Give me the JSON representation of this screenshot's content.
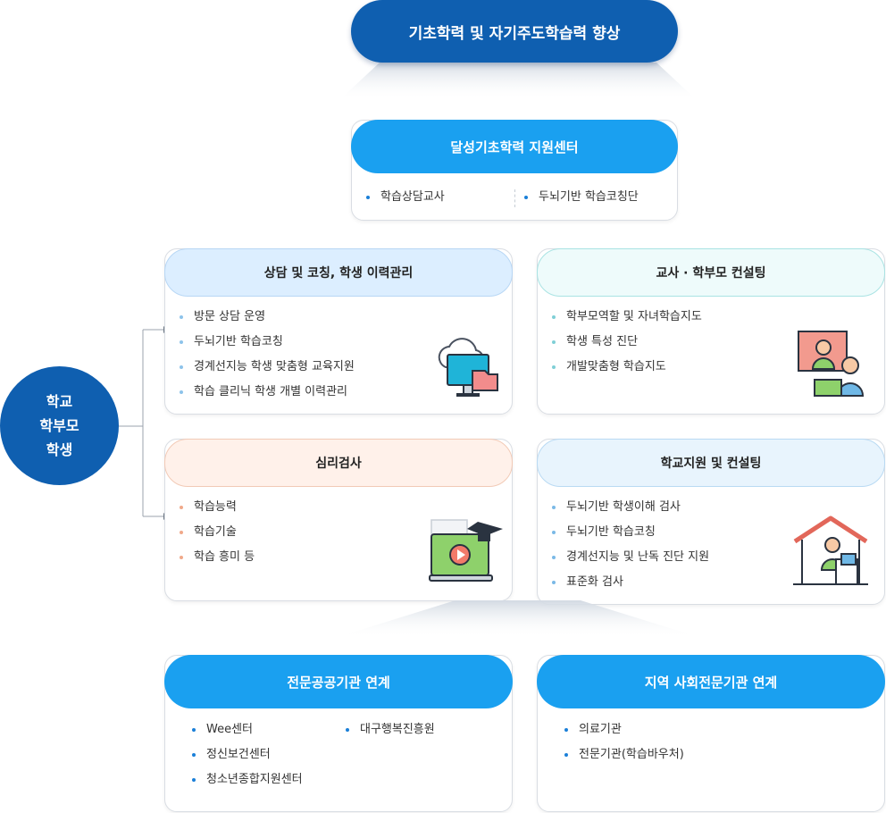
{
  "goal": "기초학력 및 자기주도학습력 향상",
  "center": {
    "title": "달성기초학력 지원센터",
    "items": [
      "학습상담교사",
      "두뇌기반 학습코칭단"
    ]
  },
  "target": {
    "lines": [
      "학교",
      "학부모",
      "학생"
    ]
  },
  "cards": {
    "counseling": {
      "title": "상담 및 코칭, 학생 이력관리",
      "items": [
        "방문 상담 운영",
        "두뇌기반 학습코칭",
        "경계선지능 학생 맞춤형 교육지원",
        "학습 클리닉 학생 개별 이력관리"
      ],
      "icon": "cloud-computer-icon"
    },
    "consulting": {
      "title": "교사 · 학부모 컨설팅",
      "items": [
        "학부모역할 및 자녀학습지도",
        "학생 특성 진단",
        "개발맞춤형 학습지도"
      ],
      "icon": "video-meeting-icon"
    },
    "psych": {
      "title": "심리검사",
      "items": [
        "학습능력",
        "학습기술",
        "학습 흥미 등"
      ],
      "icon": "online-class-icon"
    },
    "school": {
      "title": "학교지원 및 컨설팅",
      "items": [
        "두뇌기반 학생이해 검사",
        "두뇌기반 학습코칭",
        "경계선지능 및 난독 진단 지원",
        "표준화 검사"
      ],
      "icon": "home-study-icon"
    }
  },
  "links": {
    "public": {
      "title": "전문공공기관 연계",
      "col1": [
        "Wee센터",
        "정신보건센터",
        "청소년종합지원센터"
      ],
      "col2": [
        "대구행복진흥원"
      ]
    },
    "local": {
      "title": "지역 사회전문기관 연계",
      "items": [
        "의료기관",
        "전문기관(학습바우처)"
      ]
    }
  },
  "colors": {
    "navy": "#0f5fb0",
    "blue": "#1aa0f0"
  }
}
